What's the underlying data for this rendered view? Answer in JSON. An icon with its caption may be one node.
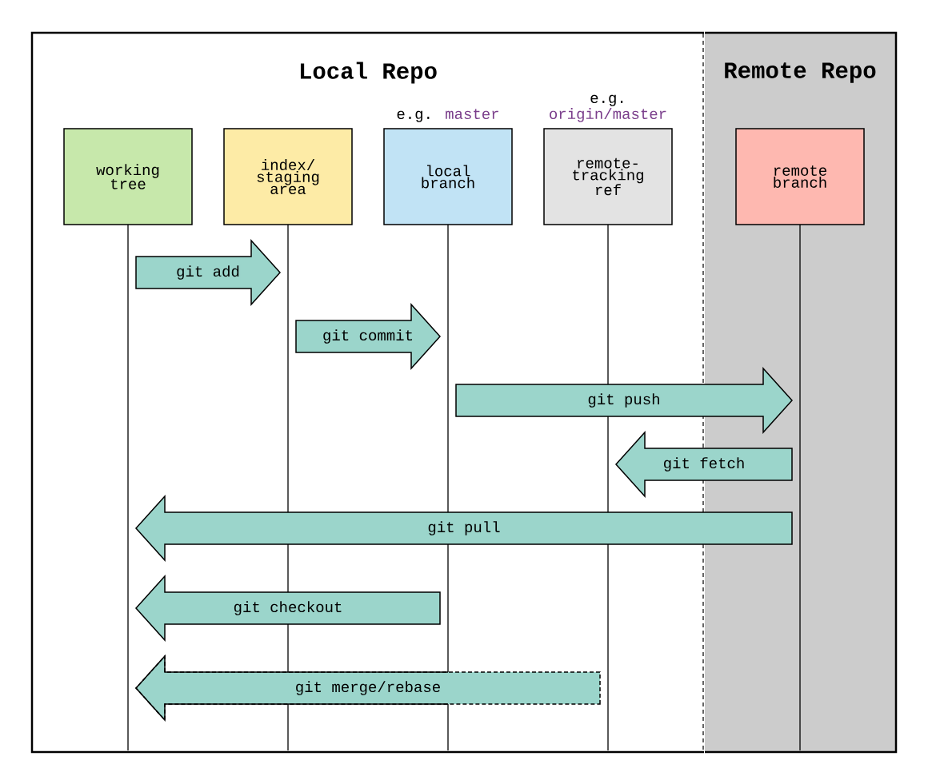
{
  "diagram": {
    "nodes": [
      {
        "text": [
          "Local Repo"
        ]
      },
      {
        "text": [
          "Remote Repo"
        ]
      },
      {
        "text": [
          "working tree"
        ],
        "in": 0
      },
      {
        "text": [
          "index/ staging area"
        ],
        "in": 0
      },
      {
        "text": [
          "local branch"
        ],
        "in": 0,
        "beside": [
          "e.g.",
          "master"
        ]
      },
      {
        "text": [
          "remote-tracking ref"
        ],
        "in": 0,
        "beside": [
          "e.g.",
          "origin/master"
        ]
      },
      {
        "text": [
          "remote branch"
        ],
        "in": 1
      }
    ],
    "edges": [
      {
        "from": 2,
        "to": 3,
        "arrow": "to",
        "label": "git add"
      },
      {
        "from": 3,
        "to": 4,
        "arrow": "to",
        "label": "git commit"
      },
      {
        "from": 4,
        "to": 6,
        "arrow": "to",
        "label": "git push"
      },
      {
        "from": 6,
        "to": 5,
        "arrow": "to",
        "label": "git fetch"
      },
      {
        "from": 6,
        "to": 2,
        "arrow": "to",
        "label": "git pull"
      },
      {
        "from": 4,
        "to": 2,
        "arrow": "to",
        "label": "git checkout"
      },
      {
        "from": 5,
        "to": 2,
        "arrow": "to",
        "label": "git merge/rebase",
        "style": "dashed"
      }
    ]
  }
}
